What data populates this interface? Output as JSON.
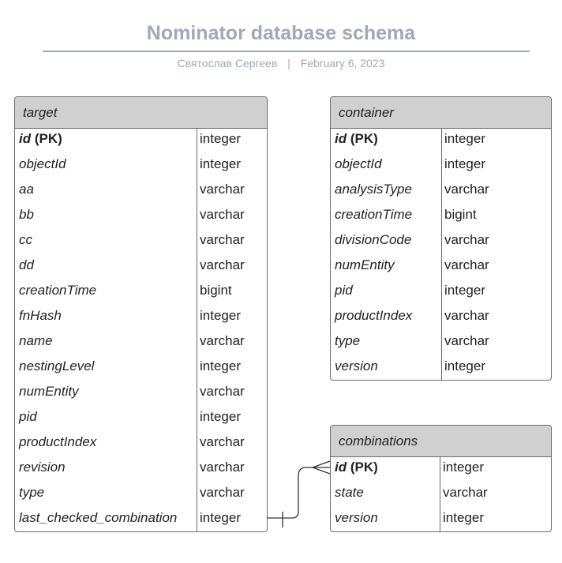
{
  "title": "Nominator database schema",
  "subtitle": {
    "author": "Святослав Сергеев",
    "separator": "|",
    "date": "February 6, 2023"
  },
  "tables": {
    "target": {
      "name": "target",
      "fields": [
        {
          "name": "id",
          "pk": "(PK)",
          "type": "integer"
        },
        {
          "name": "objectId",
          "pk": "",
          "type": "integer"
        },
        {
          "name": "aa",
          "pk": "",
          "type": "varchar"
        },
        {
          "name": "bb",
          "pk": "",
          "type": "varchar"
        },
        {
          "name": "cc",
          "pk": "",
          "type": "varchar"
        },
        {
          "name": "dd",
          "pk": "",
          "type": "varchar"
        },
        {
          "name": "creationTime",
          "pk": "",
          "type": "bigint"
        },
        {
          "name": "fnHash",
          "pk": "",
          "type": "integer"
        },
        {
          "name": "name",
          "pk": "",
          "type": "varchar"
        },
        {
          "name": "nestingLevel",
          "pk": "",
          "type": "integer"
        },
        {
          "name": "numEntity",
          "pk": "",
          "type": "varchar"
        },
        {
          "name": "pid",
          "pk": "",
          "type": "integer"
        },
        {
          "name": "productIndex",
          "pk": "",
          "type": "varchar"
        },
        {
          "name": "revision",
          "pk": "",
          "type": "varchar"
        },
        {
          "name": "type",
          "pk": "",
          "type": "varchar"
        },
        {
          "name": "last_checked_combination",
          "pk": "",
          "type": "integer"
        }
      ]
    },
    "container": {
      "name": "container",
      "fields": [
        {
          "name": "id",
          "pk": "(PK)",
          "type": "integer"
        },
        {
          "name": "objectId",
          "pk": "",
          "type": "integer"
        },
        {
          "name": "analysisType",
          "pk": "",
          "type": "varchar"
        },
        {
          "name": "creationTime",
          "pk": "",
          "type": "bigint"
        },
        {
          "name": "divisionCode",
          "pk": "",
          "type": "varchar"
        },
        {
          "name": "numEntity",
          "pk": "",
          "type": "varchar"
        },
        {
          "name": "pid",
          "pk": "",
          "type": "integer"
        },
        {
          "name": "productIndex",
          "pk": "",
          "type": "varchar"
        },
        {
          "name": "type",
          "pk": "",
          "type": "varchar"
        },
        {
          "name": "version",
          "pk": "",
          "type": "integer"
        }
      ]
    },
    "combinations": {
      "name": "combinations",
      "fields": [
        {
          "name": "id",
          "pk": "(PK)",
          "type": "integer"
        },
        {
          "name": "state",
          "pk": "",
          "type": "varchar"
        },
        {
          "name": "version",
          "pk": "",
          "type": "integer"
        }
      ]
    }
  },
  "relationships": [
    {
      "from_table": "target",
      "from_field": "last_checked_combination",
      "from_cardinality": "one",
      "to_table": "combinations",
      "to_field": "id",
      "to_cardinality": "many"
    }
  ],
  "colors": {
    "title": "#a3a8b5",
    "header_fill": "#d0d0d0",
    "border": "#6c6c6c",
    "connector": "#333333"
  }
}
